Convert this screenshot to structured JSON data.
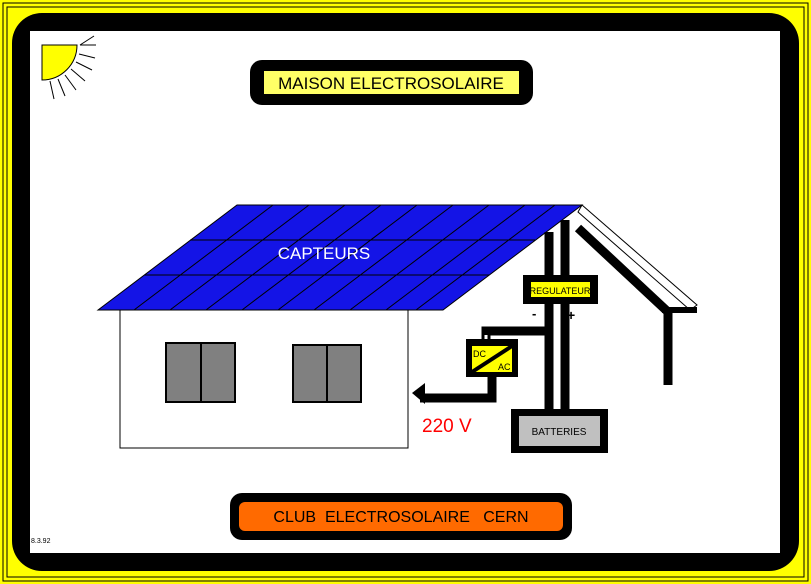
{
  "title": "MAISON ELECTROSOLAIRE",
  "footer": "CLUB  ELECTROSOLAIRE   CERN",
  "date_code": "8.3.92",
  "labels": {
    "panels": "CAPTEURS",
    "regulator": "REGULATEUR",
    "converter_dc": "DC",
    "converter_ac": "AC",
    "minus": "-",
    "plus": "+",
    "batteries": "BATTERIES",
    "voltage": "220 V"
  },
  "colors": {
    "frame": "#ffff00",
    "panel": "#1414e6",
    "title_bg": "#ffff66",
    "footer_bg": "#ff6a00",
    "voltage": "#ff0000",
    "window": "#808080",
    "battery": "#c0c0c0"
  }
}
